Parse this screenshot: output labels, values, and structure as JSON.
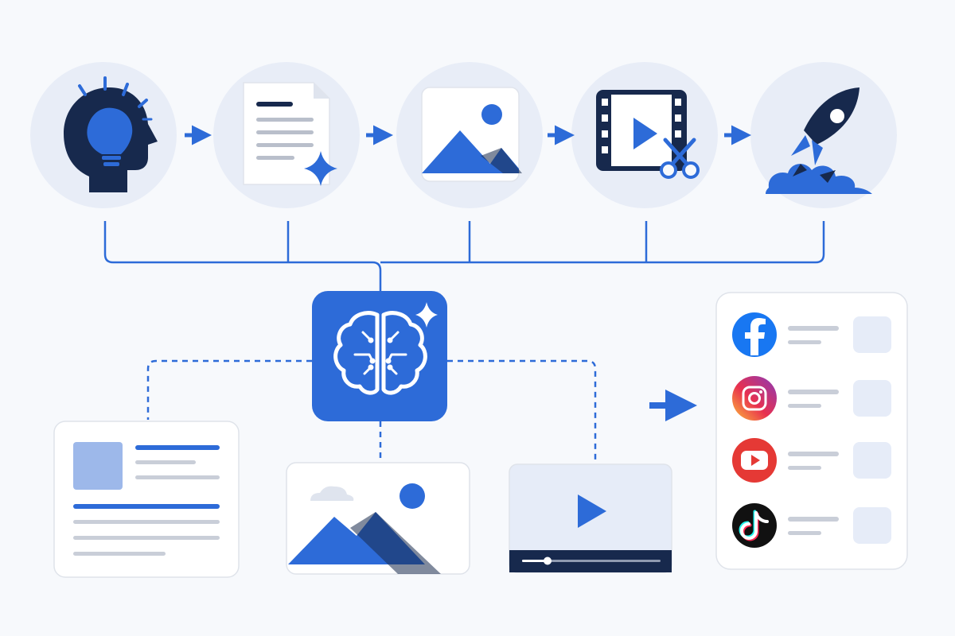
{
  "colors": {
    "background": "#f7f9fc",
    "stage_circle": "#e8edf7",
    "brand_blue": "#2d6bd8",
    "dark_navy": "#17294d",
    "light_blue": "#9db8ea",
    "pale_blue": "#e6ecf8",
    "grey_line": "#c9ced8",
    "card_border": "#dfe3ea"
  },
  "pipeline": {
    "stages": [
      {
        "id": "idea",
        "icon": "lightbulb-head-icon"
      },
      {
        "id": "script",
        "icon": "document-sparkle-icon"
      },
      {
        "id": "image",
        "icon": "image-icon"
      },
      {
        "id": "video-edit",
        "icon": "film-scissors-icon"
      },
      {
        "id": "launch",
        "icon": "rocket-icon"
      }
    ],
    "arrow_icon": "arrow-right-icon"
  },
  "ai_hub": {
    "icon": "ai-brain-icon",
    "accent_icon": "sparkle-icon"
  },
  "outputs": [
    {
      "id": "article",
      "icon": "article-card-icon"
    },
    {
      "id": "image",
      "icon": "image-card-icon"
    },
    {
      "id": "video",
      "icon": "video-player-icon"
    }
  ],
  "social_panel": {
    "arrow_icon": "arrow-right-icon",
    "platforms": [
      {
        "name": "facebook",
        "icon": "facebook-icon",
        "color": "#1877f2"
      },
      {
        "name": "instagram",
        "icon": "instagram-icon",
        "color": "#e1306c"
      },
      {
        "name": "youtube",
        "icon": "youtube-icon",
        "color": "#e53935"
      },
      {
        "name": "tiktok",
        "icon": "tiktok-icon",
        "color": "#111111"
      }
    ]
  }
}
